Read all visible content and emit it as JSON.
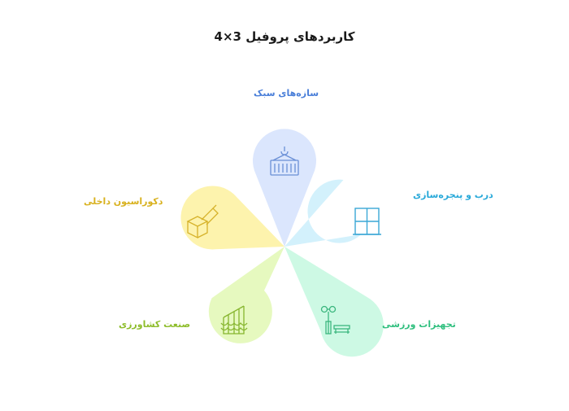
{
  "title": "کاربردهای پروفیل 3×4",
  "petals": [
    {
      "label": "سازه‌های سبک",
      "icon": "shipping-container-icon",
      "fill": "#dbe6fd",
      "label_color": "#4a7fd9",
      "stroke": "#6a8fd6"
    },
    {
      "label": "درب و پنجره‌سازی",
      "icon": "window-icon",
      "fill": "#d3f1fc",
      "label_color": "#29a9d9",
      "stroke": "#3aa7d6"
    },
    {
      "label": "تجهیزات ورزشی",
      "icon": "sports-equipment-icon",
      "fill": "#cdf9e4",
      "label_color": "#2fbf7e",
      "stroke": "#3bb67e"
    },
    {
      "label": "صنعت کشاورزی",
      "icon": "greenhouse-icon",
      "fill": "#e6f9bf",
      "label_color": "#8ebd2b",
      "stroke": "#86b52e"
    },
    {
      "label": "دکوراسیون داخلی",
      "icon": "interior-decor-icon",
      "fill": "#fdf3ad",
      "label_color": "#d8b11e",
      "stroke": "#d6b22a"
    }
  ]
}
